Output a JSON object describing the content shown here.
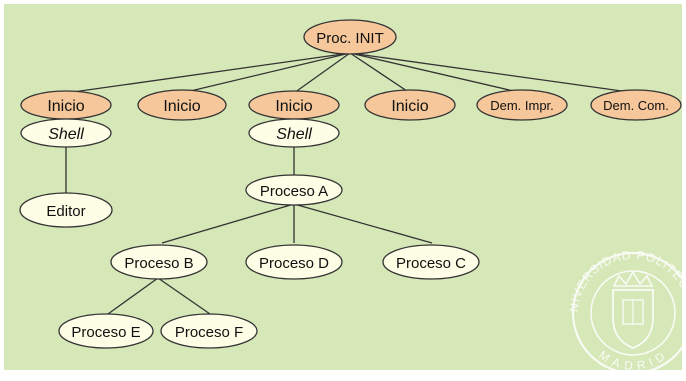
{
  "colors": {
    "background": "#d6e7b8",
    "node_orange": "#f6c79a",
    "node_light": "#fefde6",
    "edge": "#333333",
    "seal": "#ffffff"
  },
  "nodes": {
    "init": "Proc. INIT",
    "inicio1": "Inicio",
    "shell1": "Shell",
    "inicio2": "Inicio",
    "inicio3": "Inicio",
    "shell3": "Shell",
    "inicio4": "Inicio",
    "dem_impr": "Dem. Impr.",
    "dem_com": "Dem. Com.",
    "editor": "Editor",
    "proceso_a": "Proceso A",
    "proceso_b": "Proceso B",
    "proceso_d": "Proceso D",
    "proceso_c": "Proceso C",
    "proceso_e": "Proceso E",
    "proceso_f": "Proceso F"
  },
  "seal": {
    "text_top": "UNIVERSIDAD POLITECNICA",
    "text_bottom": "MADRID"
  }
}
